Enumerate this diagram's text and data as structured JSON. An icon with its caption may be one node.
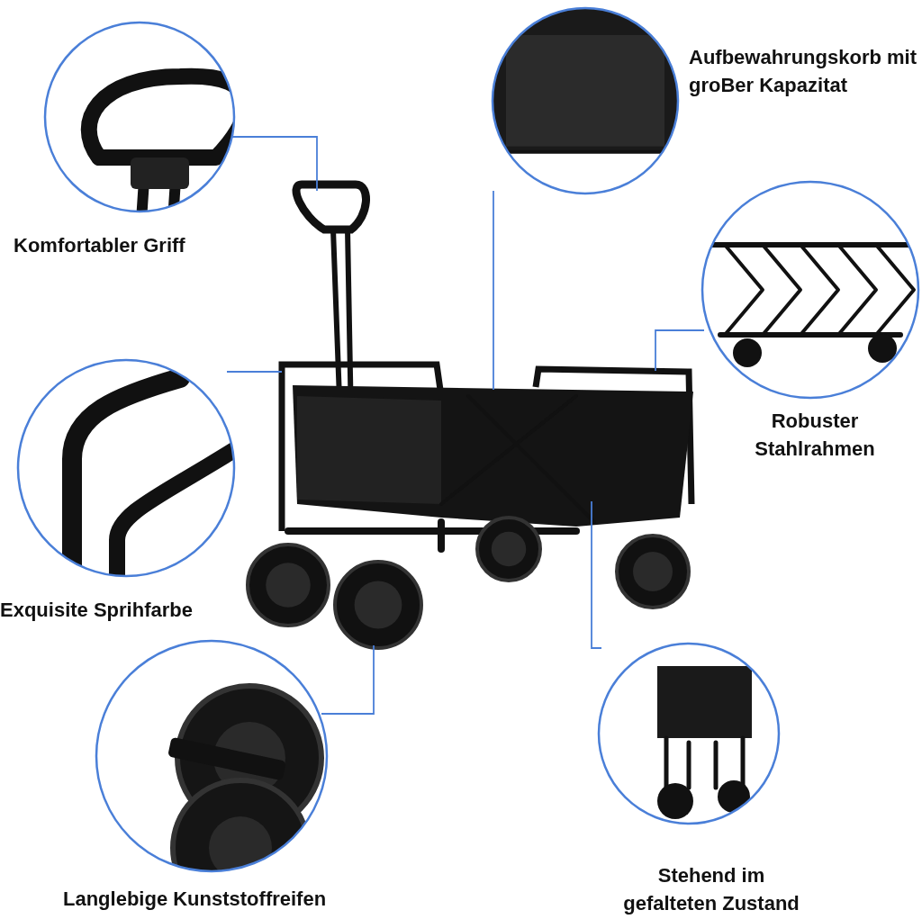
{
  "diagram": {
    "nodes": [
      {
        "text": [
          "Komfortabler Griff"
        ]
      },
      {
        "text": [
          "Aufbewahrungskorb mit groBer Kapazitat"
        ]
      },
      {
        "text": [
          "Robuster Stahlrahmen"
        ]
      },
      {
        "text": [
          "Exquisite Sprihfarbe"
        ]
      },
      {
        "text": [],
        "shape": "picture"
      },
      {
        "text": [
          "Stehend im gefalteten Zustand"
        ]
      },
      {
        "text": [
          "Langlebige Kunststoffreifen"
        ]
      }
    ],
    "edges": [
      {
        "from": 0,
        "to": 4,
        "arrow": "none"
      },
      {
        "from": 1,
        "to": 4,
        "arrow": "none"
      },
      {
        "from": 2,
        "to": 4,
        "arrow": "none"
      },
      {
        "from": 3,
        "to": 4,
        "arrow": "none"
      },
      {
        "from": 5,
        "to": 4,
        "arrow": "none"
      },
      {
        "from": 6,
        "to": 4,
        "arrow": "none"
      }
    ]
  }
}
